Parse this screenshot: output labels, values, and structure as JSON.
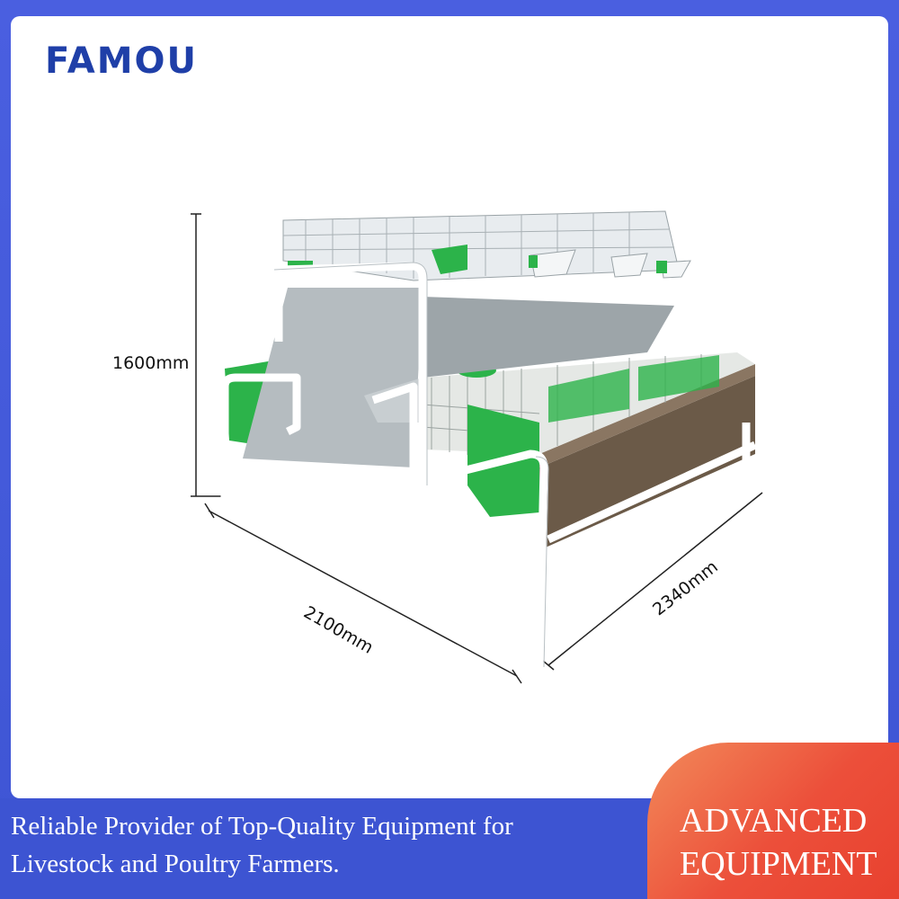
{
  "brand": {
    "name": "FAMOU"
  },
  "product": {
    "image_subject": "cage-rack",
    "dimensions": {
      "height": "1600mm",
      "width": "2100mm",
      "depth": "2340mm"
    }
  },
  "footer": {
    "tagline_line1": "Reliable Provider of Top-Quality Equipment for",
    "tagline_line2": "Livestock and Poultry Farmers.",
    "badge_line1": "ADVANCED",
    "badge_line2": "EQUIPMENT"
  },
  "colors": {
    "frame_blue": "#3f56d6",
    "brand_blue": "#1f3fa8",
    "badge_orange": "#ec4f3a",
    "cage_green": "#2cb34a"
  }
}
